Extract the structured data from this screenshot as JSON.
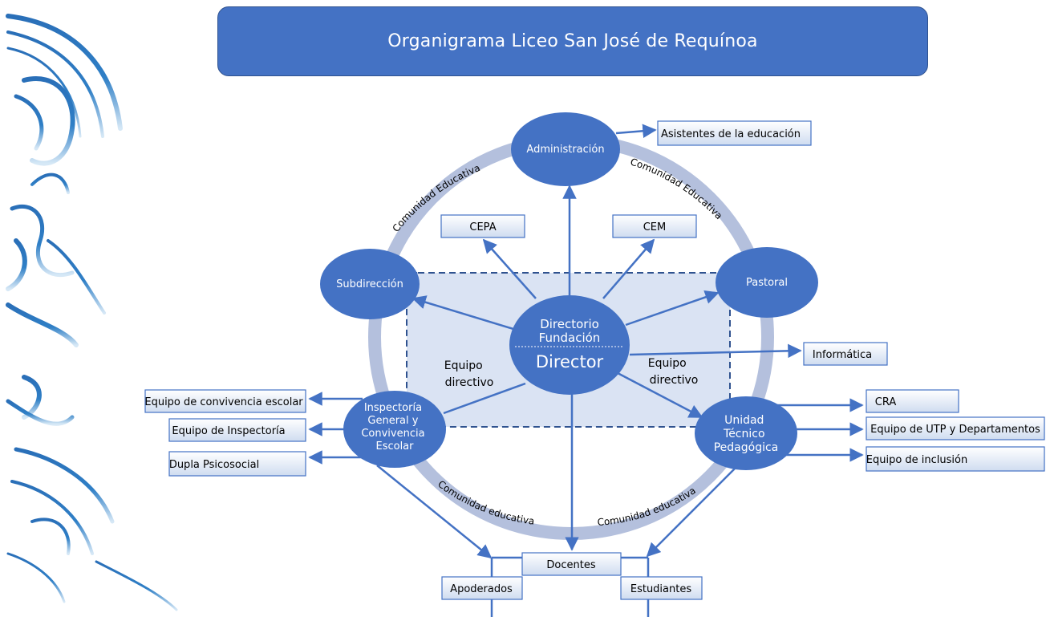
{
  "title": "Organigrama Liceo San José de Requínoa",
  "center": {
    "line1": "Directorio",
    "line2": "Fundación",
    "line3": "Director"
  },
  "nodes": {
    "administracion": "Administración",
    "subdireccion": "Subdirección",
    "pastoral": "Pastoral",
    "inspectoria": [
      "Inspectoría",
      "General y",
      "Convivencia",
      "Escolar"
    ],
    "utp": [
      "Unidad",
      "Técnico",
      "Pedagógica"
    ]
  },
  "boxes": {
    "asistentes": "Asistentes de la educación",
    "cepa": "CEPA",
    "cem": "CEM",
    "informatica": "Informática",
    "convivencia": "Equipo de convivencia escolar",
    "inspectoria_equipo": "Equipo de Inspectoría",
    "dupla": "Dupla Psicosocial",
    "cra": "CRA",
    "utp_depto": "Equipo de UTP y Departamentos",
    "inclusion": "Equipo de inclusión",
    "docentes": "Docentes",
    "apoderados": "Apoderados",
    "estudiantes": "Estudiantes"
  },
  "labels": {
    "equipo_left": [
      "Equipo",
      "directivo"
    ],
    "equipo_right": [
      "Equipo",
      "directivo"
    ]
  },
  "ring_labels": {
    "top_left": "Comunidad Educativa",
    "top_right": "Comunidad Educativa",
    "bottom_left": "Comunidad  educativa",
    "bottom_right": "Comunidad  educativa"
  },
  "colors": {
    "primary": "#4472c4",
    "ring": "#b4c0dd",
    "panel": "#dae3f3",
    "box_border": "#4472c4"
  }
}
